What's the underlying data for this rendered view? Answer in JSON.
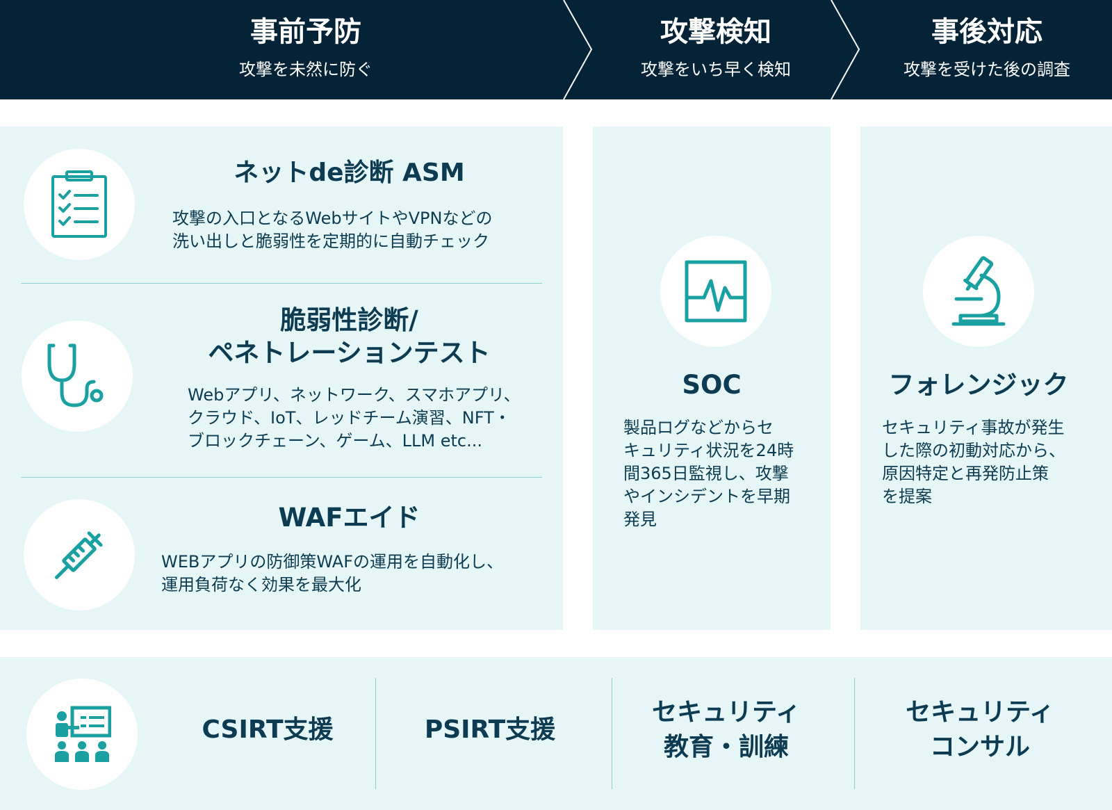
{
  "phases": [
    {
      "title": "事前予防",
      "subtitle": "攻撃を未然に防ぐ"
    },
    {
      "title": "攻撃検知",
      "subtitle": "攻撃をいち早く検知"
    },
    {
      "title": "事後対応",
      "subtitle": "攻撃を受けた後の調査"
    }
  ],
  "prevention": [
    {
      "icon": "clipboard-checklist-icon",
      "title": "ネットde診断 ASM",
      "description": "攻撃の入口となるWebサイトやVPNなどの\n洗い出しと脆弱性を定期的に自動チェック"
    },
    {
      "icon": "stethoscope-icon",
      "title": "脆弱性診断/\nペネトレーションテスト",
      "description": "Webアプリ、ネットワーク、スマホアプリ、\nクラウド、IoT、レッドチーム演習、NFT・\nブロックチェーン、ゲーム、LLM etc..."
    },
    {
      "icon": "syringe-icon",
      "title": "WAFエイド",
      "description": "WEBアプリの防御策WAFの運用を自動化し、\n運用負荷なく効果を最大化"
    }
  ],
  "detection": {
    "icon": "monitor-pulse-icon",
    "title": "SOC",
    "description": "製品ログなどからセ\nキュリティ状況を24時\n間365日監視し、攻撃\nやインシデントを早期\n発見"
  },
  "response": {
    "icon": "microscope-icon",
    "title": "フォレンジック",
    "description": "セキュリティ事故が発生\nした際の初動対応から、\n原因特定と再発防止策\nを提案"
  },
  "support": {
    "icon": "presentation-audience-icon",
    "items": [
      "CSIRT支援",
      "PSIRT支援",
      "セキュリティ\n教育・訓練",
      "セキュリティ\nコンサル"
    ]
  },
  "colors": {
    "header_bg": "#052336",
    "panel_bg": "#e6f6f6",
    "accent": "#1aa0a0",
    "text": "#0d3b52"
  }
}
